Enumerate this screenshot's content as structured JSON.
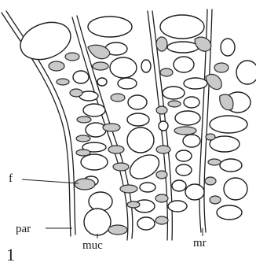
{
  "figure": {
    "number": "1",
    "labels": {
      "f": "f",
      "par": "par",
      "muc": "muc",
      "mr": "mr"
    },
    "colors": {
      "line": "#1e1e1e",
      "grey_fill": "#c9c9c9",
      "background": "#ffffff"
    }
  }
}
